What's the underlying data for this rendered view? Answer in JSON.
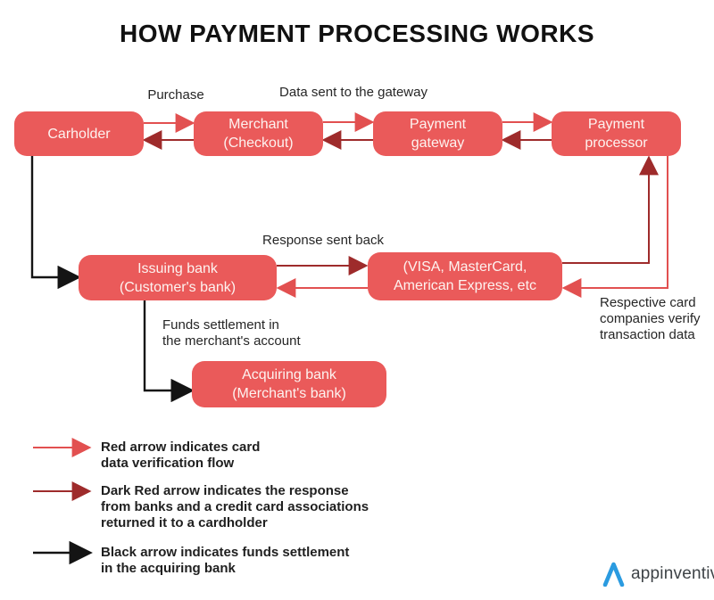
{
  "title": "HOW PAYMENT PROCESSING WORKS",
  "colors": {
    "node": "#ea5a5a",
    "red": "#e25050",
    "dark_red": "#9e2b2b",
    "black": "#141414",
    "text": "#262626",
    "node_text": "#fdf3f0",
    "logo_blue": "#2b9be0",
    "logo_text": "#3e4347"
  },
  "nodes": {
    "cardholder": {
      "line1": "Carholder",
      "line2": ""
    },
    "merchant": {
      "line1": "Merchant",
      "line2": "(Checkout)"
    },
    "gateway": {
      "line1": "Payment",
      "line2": "gateway"
    },
    "processor": {
      "line1": "Payment",
      "line2": "processor"
    },
    "issuing_bank": {
      "line1": "Issuing bank",
      "line2": "(Customer's bank)"
    },
    "card_companies": {
      "line1": "(VISA, MasterCard,",
      "line2": "American Express, etc"
    },
    "acquiring_bank": {
      "line1": "Acquiring bank",
      "line2": "(Merchant's bank)"
    }
  },
  "labels": {
    "purchase": "Purchase",
    "data_sent_to_gateway": "Data sent to the gateway",
    "response_sent_back": "Response sent back",
    "respective_card": {
      "line1": "Respective card",
      "line2": "companies verify",
      "line3": "transaction data"
    },
    "funds_settlement": {
      "line1": "Funds settlement in",
      "line2": "the merchant's account"
    }
  },
  "legend": {
    "red": {
      "line1": "Red arrow indicates card",
      "line2": "data verification flow"
    },
    "dark_red": {
      "line1": "Dark Red arrow indicates the response",
      "line2": "from banks and a credit card associations",
      "line3": "returned it to a cardholder"
    },
    "black": {
      "line1": "Black arrow indicates funds settlement",
      "line2": "in the acquiring bank"
    }
  },
  "logo": {
    "brand": "appinventiv"
  }
}
